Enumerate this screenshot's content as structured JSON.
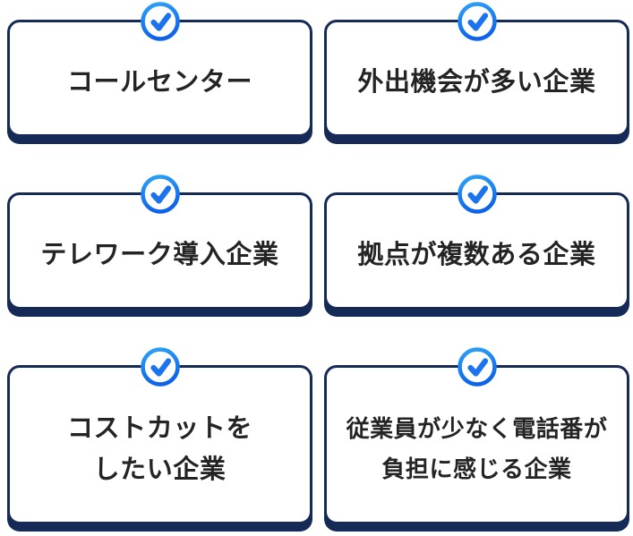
{
  "page": {
    "description": "Grid of six benefit/target-audience cards, each marked with a blue check-circle icon",
    "background_color": "#ffffff"
  },
  "colors": {
    "card_border_navy": "#152a56",
    "card_background": "#ffffff",
    "text_color": "#242424",
    "icon_ring_gradient_top": "#2ea1f6",
    "icon_ring_gradient_bottom": "#0d64e9",
    "icon_check_blue": "#1b74ee"
  },
  "icon": {
    "name": "check-circle-icon",
    "glyph": "checkmark in circle"
  },
  "cards": [
    {
      "lines": [
        "コールセンター"
      ]
    },
    {
      "lines": [
        "外出機会が多い企業"
      ]
    },
    {
      "lines": [
        "テレワーク導入企業"
      ]
    },
    {
      "lines": [
        "拠点が複数ある企業"
      ]
    },
    {
      "lines": [
        "コストカットを",
        "したい企業"
      ]
    },
    {
      "lines": [
        "従業員が少なく電話番が",
        "負担に感じる企業"
      ]
    }
  ]
}
